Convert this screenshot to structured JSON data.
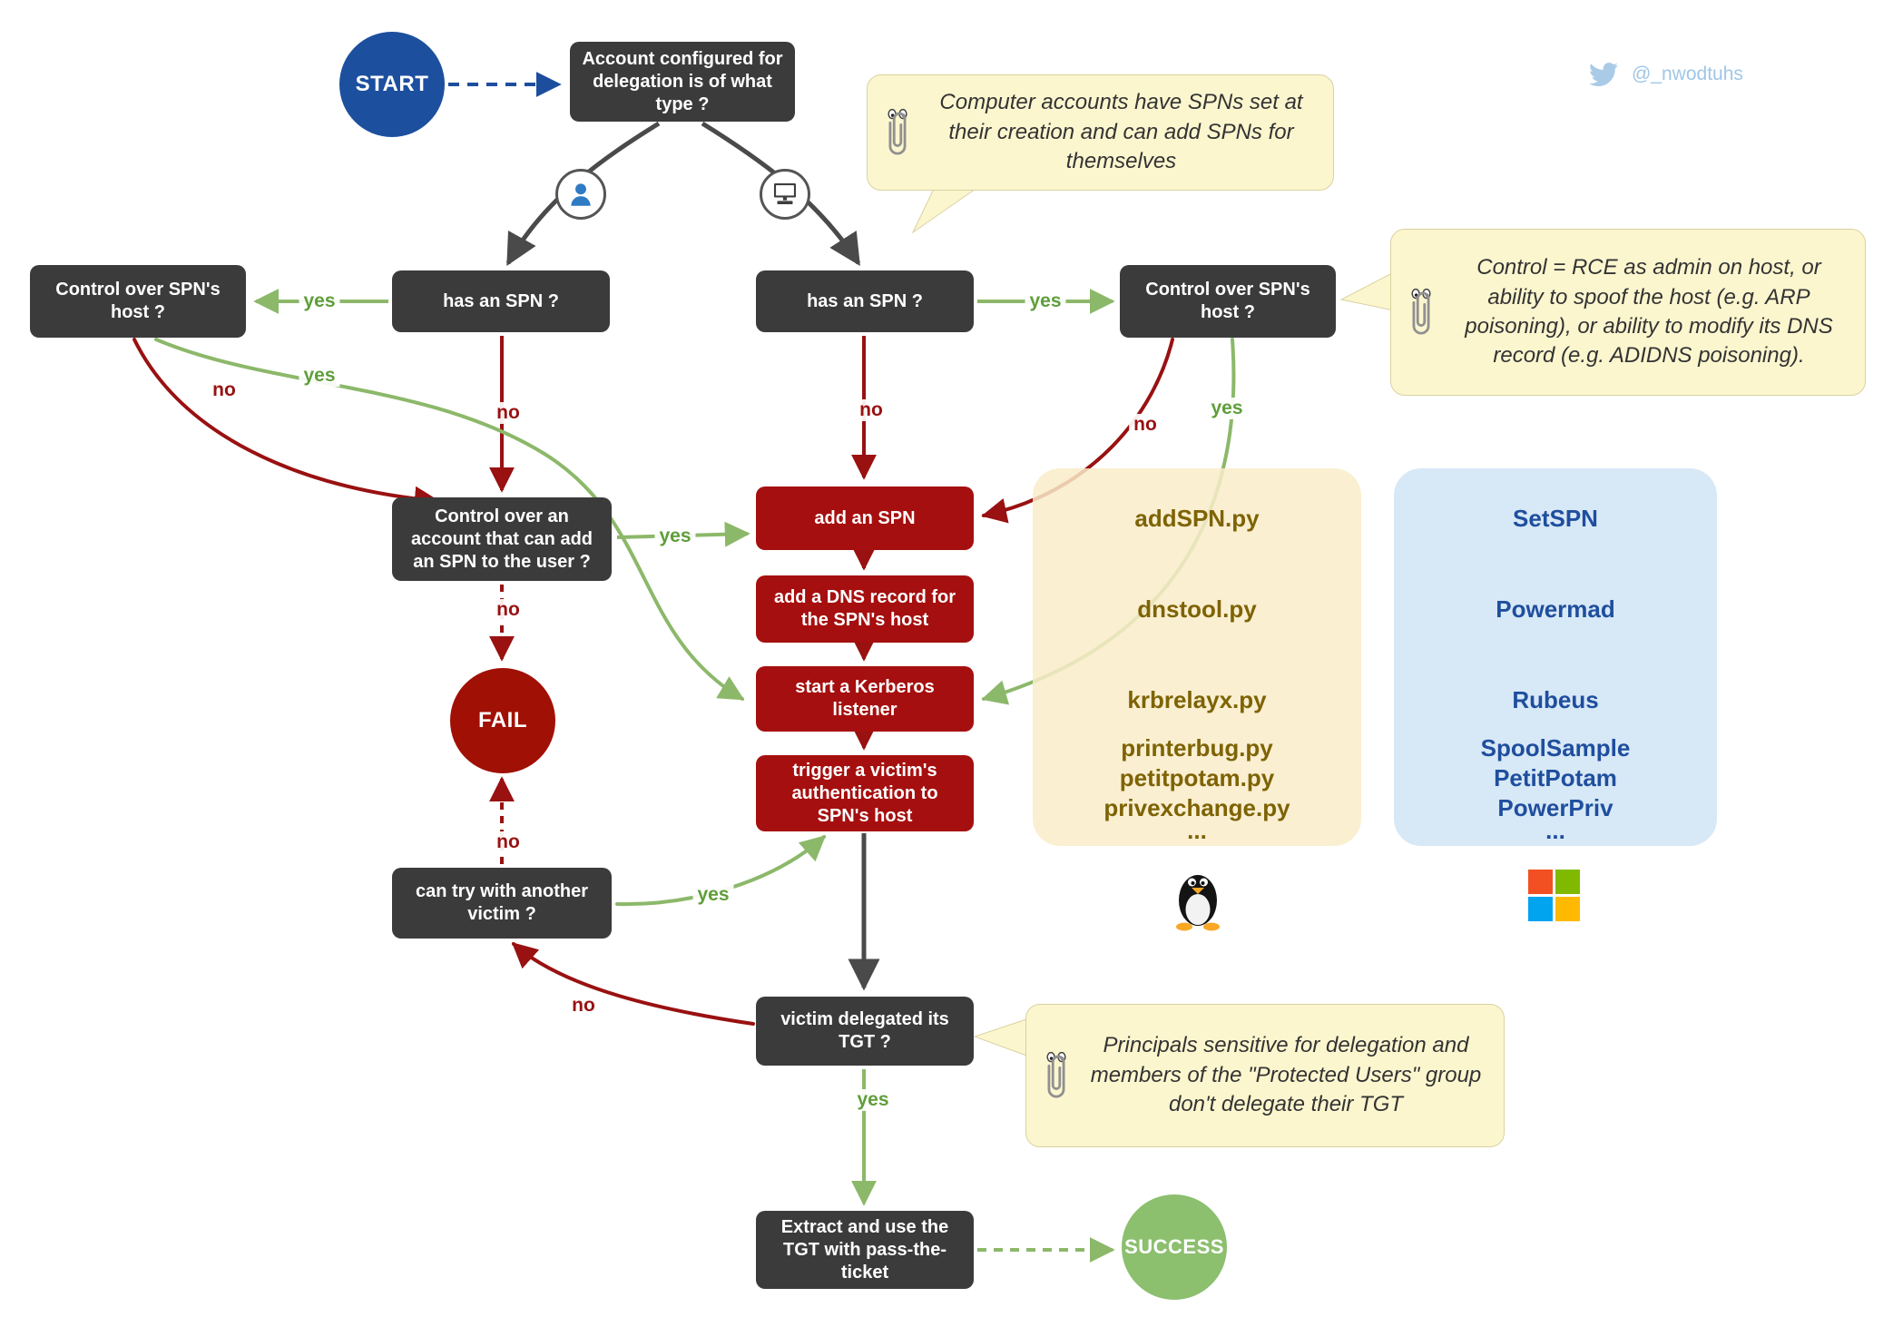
{
  "attribution": {
    "twitter_handle": "@_nwodtuhs"
  },
  "edge_labels": {
    "yes": "yes",
    "no": "no"
  },
  "nodes": {
    "start": "START",
    "account_type": "Account configured for delegation is of what type ?",
    "has_spn_user": "has an SPN ?",
    "has_spn_computer": "has an SPN ?",
    "control_spn_host_left": "Control over SPN's host ?",
    "control_spn_host_right": "Control over SPN's host ?",
    "control_account_add_spn": "Control over an account that can add an SPN to the user ?",
    "add_spn": "add an SPN",
    "add_dns_record": "add a DNS record for the SPN's host",
    "start_kerberos_listener": "start a Kerberos listener",
    "trigger_victim_auth": "trigger a victim's authentication to SPN's host",
    "fail": "FAIL",
    "can_try_another_victim": "can try with another victim ?",
    "victim_delegated_tgt": "victim delegated its TGT ?",
    "extract_use_tgt": "Extract and use the TGT with pass-the-ticket",
    "success": "SUCCESS"
  },
  "notes": {
    "computer_accounts": "Computer accounts have SPNs set at their creation and can add SPNs for themselves",
    "control_definition": "Control = RCE as admin on host, or ability to spoof the host (e.g. ARP poisoning), or ability to modify its DNS record (e.g. ADIDNS poisoning).",
    "protected_users": "Principals sensitive for delegation and members of the \"Protected Users\" group don't delegate their TGT"
  },
  "tools": {
    "linux": [
      "addSPN.py",
      "dnstool.py",
      "krbrelayx.py",
      "printerbug.py",
      "petitpotam.py",
      "privexchange.py",
      "..."
    ],
    "windows": [
      "SetSPN",
      "Powermad",
      "Rubeus",
      "SpoolSample",
      "PetitPotam",
      "PowerPriv",
      "..."
    ]
  },
  "colors": {
    "node_dark": "#3b3b3b",
    "node_red": "#a60f0f",
    "start_blue": "#1c4f9e",
    "fail_red": "#a01005",
    "success_green": "#8cbf6e",
    "edge_green": "#8cb86a",
    "edge_red": "#991111",
    "edge_gray": "#4a4a4a",
    "edge_blue": "#1d4e9e",
    "note_yellow": "#fcf6cf",
    "linux_panel": "#f9ecc9",
    "windows_panel": "#d0e4f5",
    "linux_tool_text": "#7e6305",
    "windows_tool_text": "#1f4e9e"
  }
}
